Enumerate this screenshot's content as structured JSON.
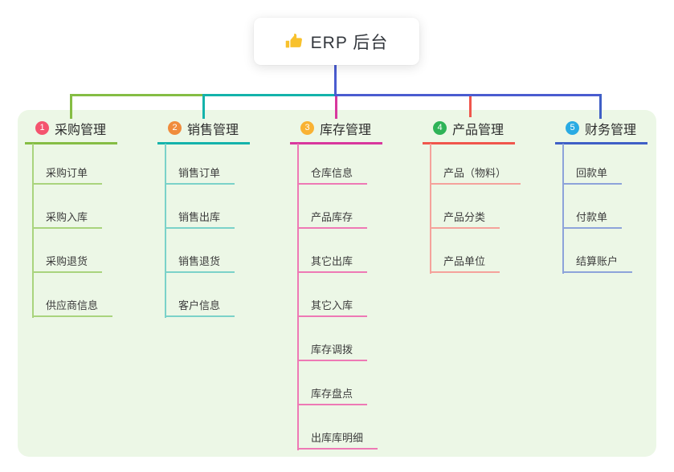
{
  "root": {
    "title": "ERP 后台",
    "icon": "thumbs-up",
    "connector_color": "#4a5cd0"
  },
  "canvas": {
    "background": "#ffffff",
    "panel_color": "#ecf7e6"
  },
  "branches": [
    {
      "num": "1",
      "label": "采购管理",
      "colors": {
        "main": "#85bd44",
        "light": "#a9d47d",
        "badge": "#f4546e"
      },
      "children": [
        "采购订单",
        "采购入库",
        "采购退货",
        "供应商信息"
      ]
    },
    {
      "num": "2",
      "label": "销售管理",
      "colors": {
        "main": "#14b3ab",
        "light": "#7bd2c9",
        "badge": "#f08c3c"
      },
      "children": [
        "销售订单",
        "销售出库",
        "销售退货",
        "客户信息"
      ]
    },
    {
      "num": "3",
      "label": "库存管理",
      "colors": {
        "main": "#d8379d",
        "light": "#ee79b5",
        "badge": "#f9b233"
      },
      "children": [
        "仓库信息",
        "产品库存",
        "其它出库",
        "其它入库",
        "库存调拨",
        "库存盘点",
        "出库库明细"
      ]
    },
    {
      "num": "4",
      "label": "产品管理",
      "colors": {
        "main": "#f0564c",
        "light": "#f5a29b",
        "badge": "#2eb357"
      },
      "children": [
        "产品（物料）",
        "产品分类",
        "产品单位"
      ]
    },
    {
      "num": "5",
      "label": "财务管理",
      "colors": {
        "main": "#3f5fc6",
        "light": "#8da3da",
        "badge": "#29abe3"
      },
      "children": [
        "回款单",
        "付款单",
        "结算账户"
      ]
    }
  ]
}
